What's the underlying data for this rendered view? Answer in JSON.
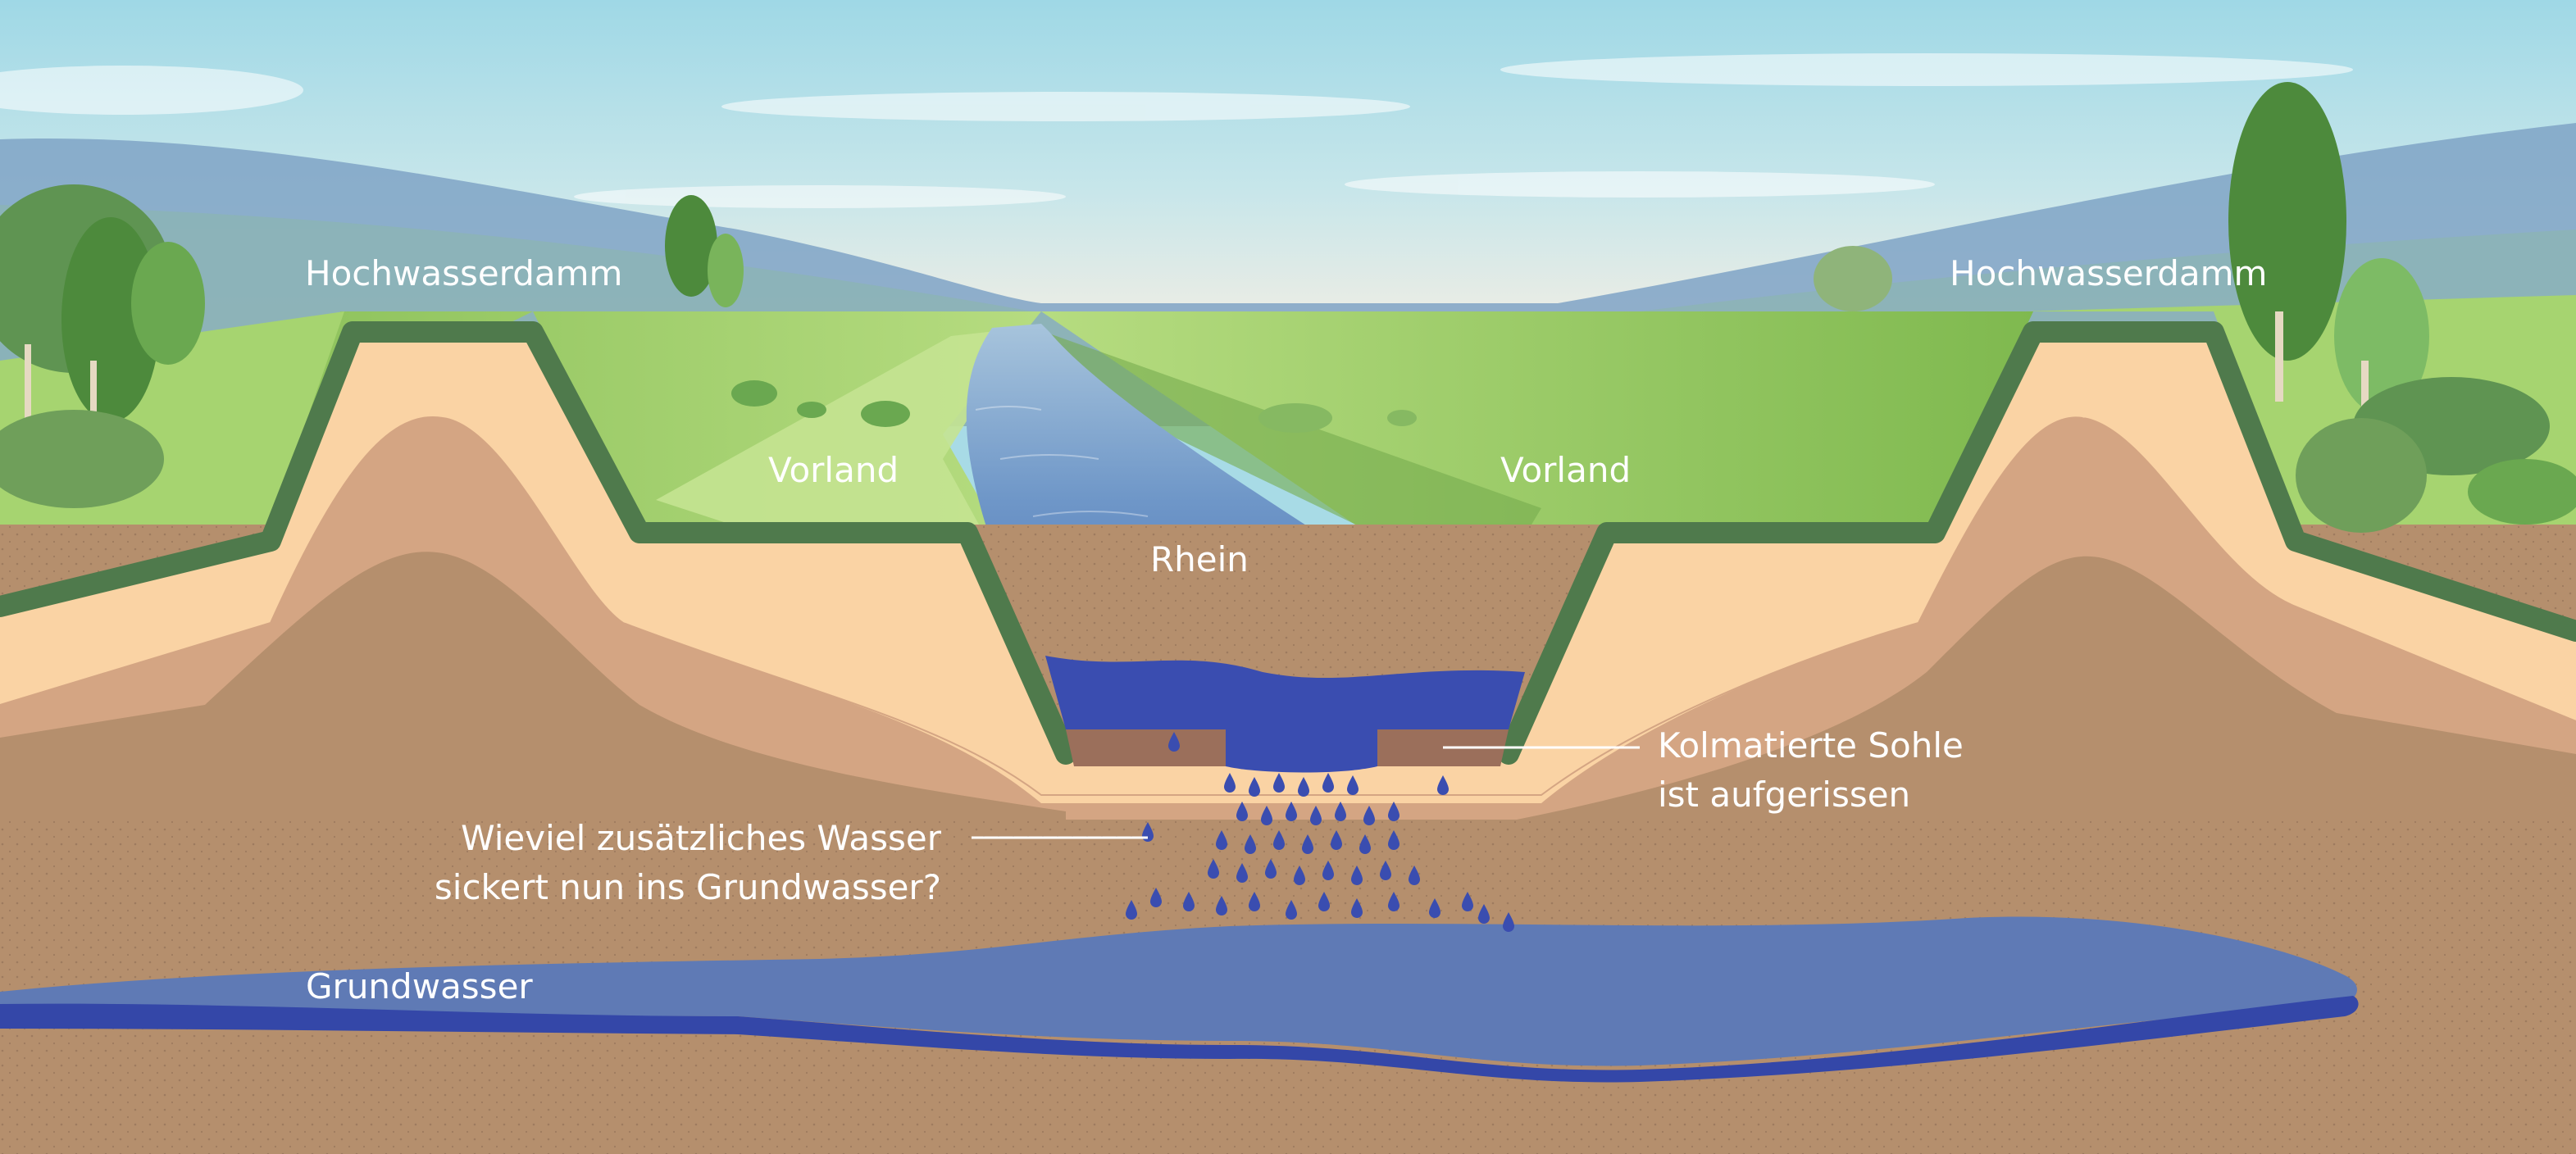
{
  "labels": {
    "dam_left": "Hochwasserdamm",
    "dam_right": "Hochwasserdamm",
    "foreland_left": "Vorland",
    "foreland_right": "Vorland",
    "river": "Rhein",
    "groundwater": "Grundwasser",
    "question_line1": "Wieviel zusätzliches Wasser",
    "question_line2": "sickert nun ins Grundwasser?",
    "riverbed_line1": "Kolmatierte Sohle",
    "riverbed_line2": "ist aufgerissen"
  },
  "colors": {
    "sky_top": "#9fd8e6",
    "sky_bottom": "#f3eee4",
    "grass": "#9fd06a",
    "dam_outline": "#4f7a4c",
    "sand_light": "#fad3a4",
    "sand_mid": "#d4a583",
    "soil": "#b58f6d",
    "river_surface": "#5a86c0",
    "river_deep": "#3a4db0",
    "groundwater": "#5f7ab5",
    "groundwater_deep": "#3447a8",
    "label_text": "#ffffff"
  }
}
